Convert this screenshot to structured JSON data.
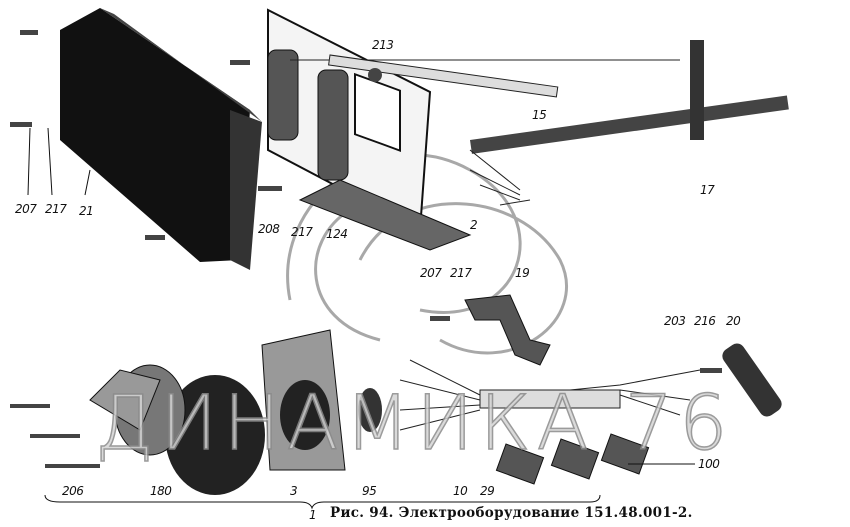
{
  "caption": "Рис. 94. Электрооборудование 151.48.001-2.",
  "watermark": "ДИНАМИКА 76",
  "colors": {
    "ink": "#111111",
    "watermark": "#9a9a9a",
    "background": "#ffffff"
  },
  "labels": {
    "l207a": "207",
    "l217a": "217",
    "l21": "21",
    "l213": "213",
    "l2": "2",
    "l15": "15",
    "l17": "17",
    "l208": "208",
    "l217b": "217",
    "l124": "124",
    "l207b": "207",
    "l217c": "217",
    "l19": "19",
    "l203": "203",
    "l216": "216",
    "l20": "20",
    "l206": "206",
    "l180": "180",
    "l3": "3",
    "l95": "95",
    "l10": "10",
    "l29": "29",
    "l100": "100",
    "l1": "1"
  }
}
